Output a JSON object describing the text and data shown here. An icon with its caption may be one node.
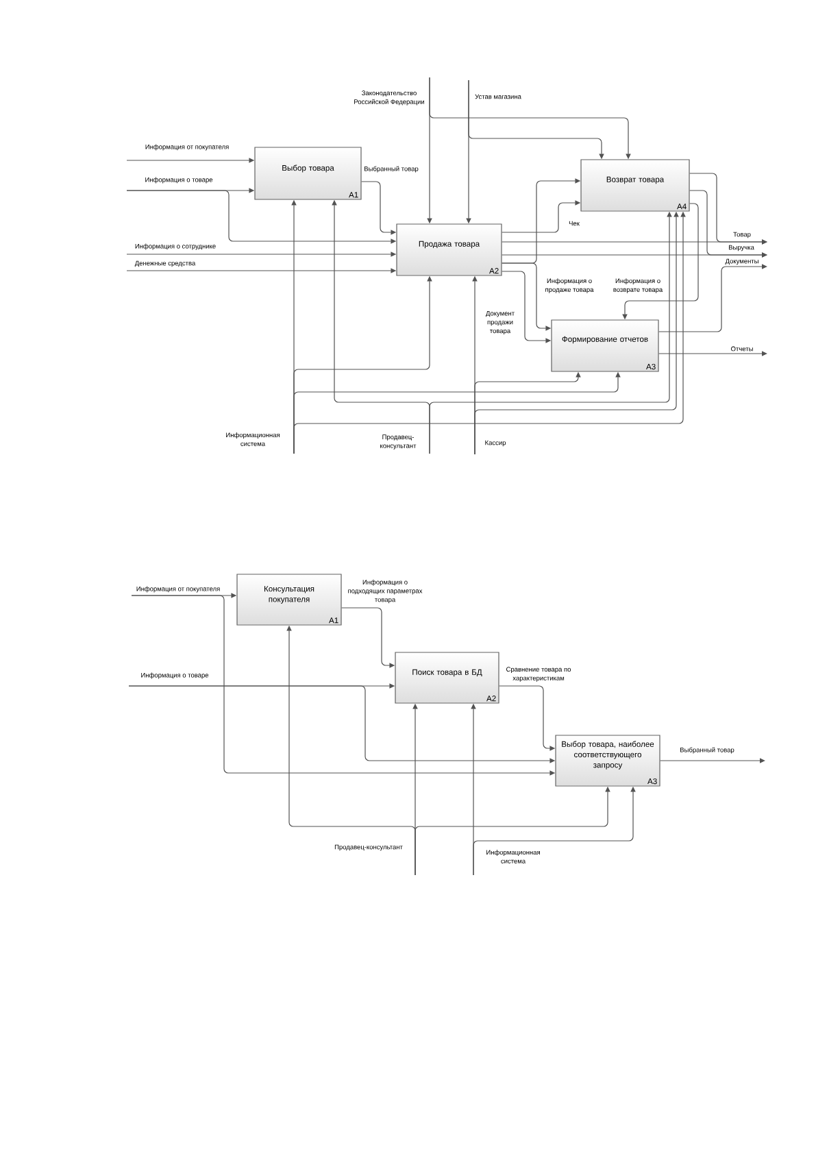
{
  "diagram": {
    "nodes": [
      {
        "text": [
          "Выбор товара",
          "A1"
        ]
      },
      {
        "text": [
          "Продажа товара",
          "A2"
        ]
      },
      {
        "text": [
          "Возврат товара",
          "A4"
        ]
      },
      {
        "text": [
          "Формирование отчетов",
          "A3"
        ]
      },
      {
        "text": [
          "Консультация покупателя",
          "A1"
        ]
      },
      {
        "text": [
          "Поиск товара в БД",
          "A2"
        ]
      },
      {
        "text": [
          "Выбор товара, наиболее соответствующего запросу",
          "A3"
        ]
      }
    ],
    "edges": [
      {
        "from": null,
        "to": 0,
        "arrow": "to",
        "label": "Информация от покупателя"
      },
      {
        "from": null,
        "to": 0,
        "arrow": "to",
        "label": "Информация о товаре"
      },
      {
        "from": null,
        "to": 1,
        "arrow": "to"
      },
      {
        "from": 0,
        "to": 1,
        "arrow": "to",
        "label": "Выбранный товар"
      },
      {
        "from": null,
        "to": 1,
        "arrow": "to",
        "label": "Информация о сотруднике"
      },
      {
        "from": null,
        "to": 1,
        "arrow": "to",
        "label": "Денежные средства"
      },
      {
        "from": null,
        "to": 1,
        "arrow": "to",
        "label": "Законодательство Российской Федерации"
      },
      {
        "from": null,
        "to": 2,
        "arrow": "to"
      },
      {
        "from": null,
        "to": 1,
        "arrow": "to",
        "label": "Устав магазина"
      },
      {
        "from": null,
        "to": 2,
        "arrow": "to"
      },
      {
        "from": 1,
        "to": 2,
        "arrow": "to",
        "label": "Чек"
      },
      {
        "from": 1,
        "to": 2,
        "arrow": "to"
      },
      {
        "from": 1,
        "to": 3,
        "arrow": "to",
        "label": "Информация о продаже товара"
      },
      {
        "from": 1,
        "to": 3,
        "arrow": "to",
        "label": "Документ продажи товара"
      },
      {
        "from": 1,
        "to": null,
        "arrow": "to",
        "label": "Товар"
      },
      {
        "from": 1,
        "to": null,
        "arrow": "to",
        "label": "Выручка"
      },
      {
        "from": 2,
        "to": null,
        "arrow": "to"
      },
      {
        "from": 2,
        "to": null,
        "arrow": "to"
      },
      {
        "from": 2,
        "to": 3,
        "arrow": "to",
        "label": "Информация о возврате товара"
      },
      {
        "from": 3,
        "to": null,
        "arrow": "to",
        "label": "Документы"
      },
      {
        "from": 3,
        "to": null,
        "arrow": "to",
        "label": "Отчеты"
      },
      {
        "from": null,
        "to": 0,
        "arrow": "to",
        "label": "Информационная система"
      },
      {
        "from": null,
        "to": 1,
        "arrow": "to"
      },
      {
        "from": null,
        "to": 3,
        "arrow": "to"
      },
      {
        "from": null,
        "to": 2,
        "arrow": "to"
      },
      {
        "from": null,
        "to": 0,
        "arrow": "to",
        "label": "Продавец-консультант"
      },
      {
        "from": null,
        "to": 2,
        "arrow": "to"
      },
      {
        "from": null,
        "to": 1,
        "arrow": "to",
        "label": "Кассир"
      },
      {
        "from": null,
        "to": 3,
        "arrow": "to"
      },
      {
        "from": null,
        "to": 2,
        "arrow": "to"
      },
      {
        "from": null,
        "to": 4,
        "arrow": "to",
        "label": "Информация от покупателя"
      },
      {
        "from": null,
        "to": 6,
        "arrow": "to"
      },
      {
        "from": null,
        "to": 5,
        "arrow": "to",
        "label": "Информация о товаре"
      },
      {
        "from": null,
        "to": 6,
        "arrow": "to"
      },
      {
        "from": 4,
        "to": 5,
        "arrow": "to",
        "label": "Информация о подходящих параметрах товара"
      },
      {
        "from": 5,
        "to": 6,
        "arrow": "to",
        "label": "Сравнение товара по характеристикам"
      },
      {
        "from": 6,
        "to": null,
        "arrow": "to",
        "label": "Выбранный товар"
      },
      {
        "from": null,
        "to": 5,
        "arrow": "to",
        "label": "Продавец-консультант"
      },
      {
        "from": null,
        "to": 4,
        "arrow": "to"
      },
      {
        "from": null,
        "to": 6,
        "arrow": "to"
      },
      {
        "from": null,
        "to": 5,
        "arrow": "to",
        "label": "Информационная система"
      },
      {
        "from": null,
        "to": 6,
        "arrow": "to"
      }
    ]
  }
}
